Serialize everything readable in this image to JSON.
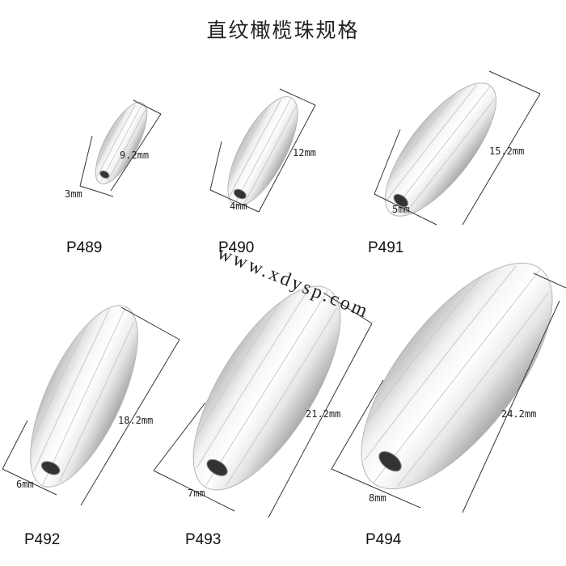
{
  "title": "直纹橄榄珠规格",
  "watermark": "www.xdysp.com",
  "products": [
    {
      "code": "P489",
      "length": "9.2mm",
      "hole": "3mm"
    },
    {
      "code": "P490",
      "length": "12mm",
      "hole": "4mm"
    },
    {
      "code": "P491",
      "length": "15.2mm",
      "hole": "5mm"
    },
    {
      "code": "P492",
      "length": "18.2mm",
      "hole": "6mm"
    },
    {
      "code": "P493",
      "length": "21.2mm",
      "hole": "7mm"
    },
    {
      "code": "P494",
      "length": "24.2mm",
      "hole": "8mm"
    }
  ]
}
